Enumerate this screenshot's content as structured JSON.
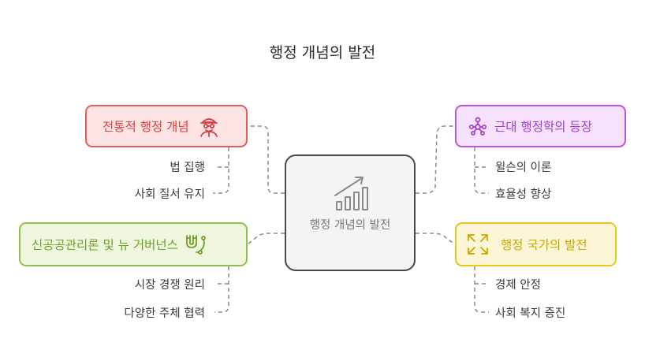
{
  "title": "행정 개념의 발전",
  "center": {
    "label": "행정 개념의 발전",
    "icon": "growth-chart-icon"
  },
  "branches": {
    "traditional": {
      "label": "전통적 행정 개념",
      "icon": "official-person-icon",
      "color": "#e25c5c",
      "items": [
        "법 집행",
        "사회 질서 유지"
      ]
    },
    "modern": {
      "label": "근대 행정학의 등장",
      "icon": "network-people-icon",
      "color": "#b65ad9",
      "items": [
        "윌슨의 이론",
        "효율성 향상"
      ]
    },
    "npm": {
      "label": "신공공관리론 및 뉴 거버넌스",
      "icon": "magnet-connection-icon",
      "color": "#8fc04d",
      "items": [
        "시장 경쟁 원리",
        "다양한 주체 협력"
      ]
    },
    "state": {
      "label": "행정 국가의 발전",
      "icon": "expand-arrows-icon",
      "color": "#e8c61d",
      "items": [
        "경제 안정",
        "사회 복지 증진"
      ]
    }
  }
}
